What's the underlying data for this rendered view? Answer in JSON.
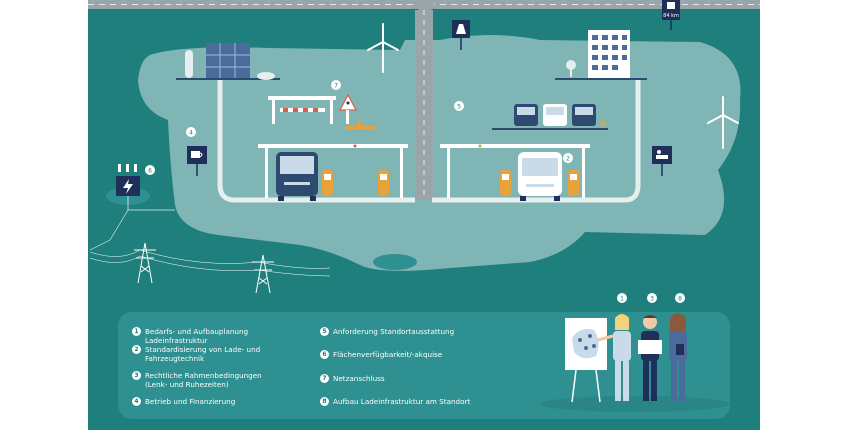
{
  "colors": {
    "dark_teal": "#1e7f7d",
    "light_teal": "#7fb5b5",
    "road_grey": "#9aa5aa",
    "navy": "#1f2f5a",
    "orange": "#e7a23c"
  },
  "signs": {
    "distance": "84 km"
  },
  "markers": {
    "m2": "2",
    "m4": "4",
    "m5": "5",
    "m6": "6",
    "m7": "7",
    "presenter1": "1",
    "presenter3": "3",
    "presenter8": "8"
  },
  "icons": [
    "wind-turbine-icon",
    "highway-sign-icon",
    "coffee-cup-icon",
    "bed-icon",
    "warning-sign-icon",
    "lightning-icon",
    "power-pylon-icon",
    "bus-icon",
    "charging-station-icon",
    "map-board-icon"
  ],
  "legend": {
    "items": [
      {
        "num": "1",
        "text": "Bedarfs- und Aufbauplanung Ladeinfrastruktur"
      },
      {
        "num": "2",
        "text": "Standardisierung von Lade- und Fahrzeugtechnik"
      },
      {
        "num": "3",
        "text": "Rechtliche Rahmenbedingungen (Lenk- und Ruhezeiten)"
      },
      {
        "num": "4",
        "text": "Betrieb und Finanzierung"
      },
      {
        "num": "5",
        "text": "Anforderung Standortausstattung"
      },
      {
        "num": "6",
        "text": "Flächenverfügbarkeit/-akquise"
      },
      {
        "num": "7",
        "text": "Netzanschluss"
      },
      {
        "num": "8",
        "text": "Aufbau Ladeinfrastruktur am Standort"
      }
    ]
  }
}
